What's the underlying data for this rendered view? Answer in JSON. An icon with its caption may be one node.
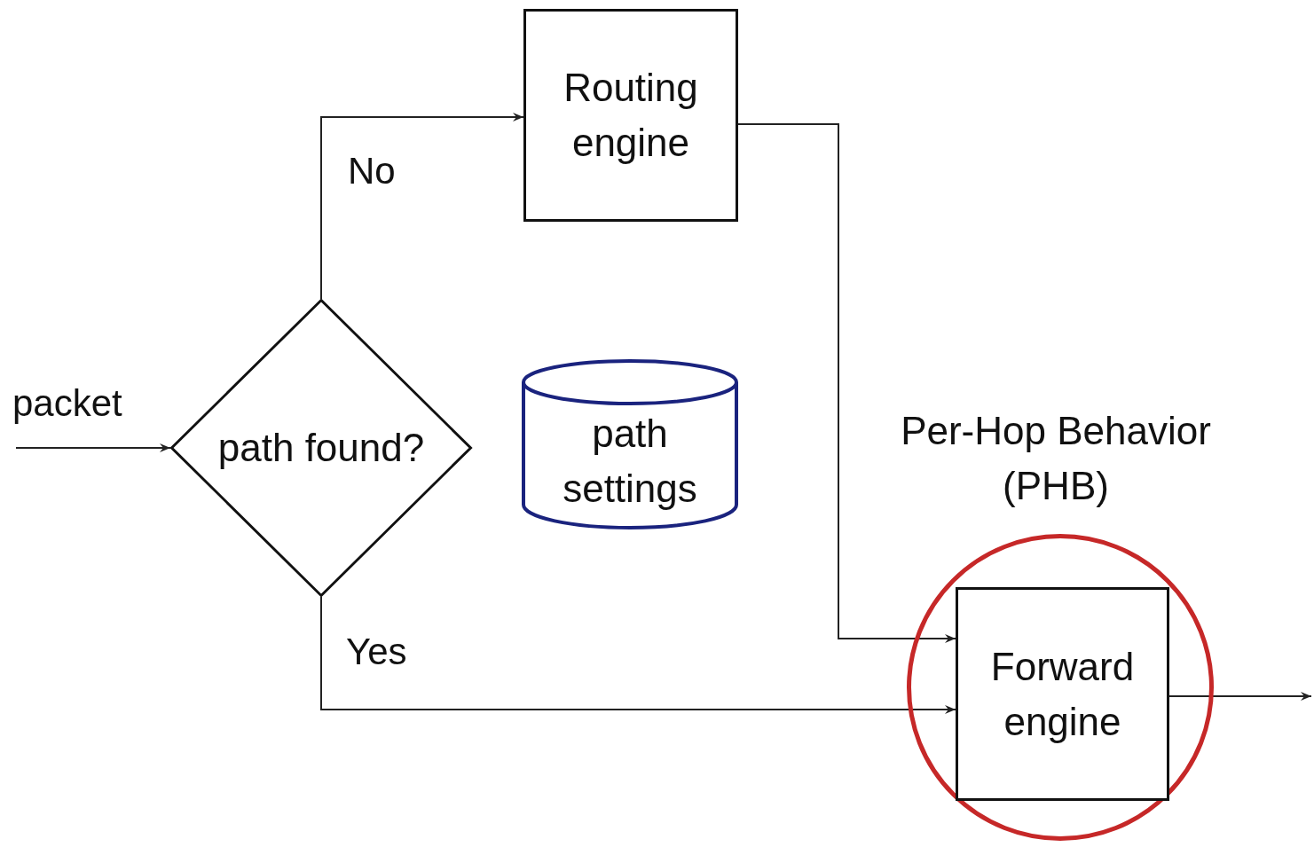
{
  "diagram": {
    "nodes": [
      {
        "text": [
          "path found?"
        ]
      },
      {
        "text": [
          "Routing engine"
        ]
      },
      {
        "text": [
          "path settings"
        ]
      },
      {
        "text": [],
        "shape": "circle",
        "beside": [
          "Per-Hop Behavior (PHB)"
        ]
      },
      {
        "text": [
          "Forward engine"
        ],
        "in": 3
      }
    ],
    "edges": [
      {
        "from": null,
        "to": 0,
        "arrow": "to",
        "label": "packet"
      },
      {
        "from": 0,
        "to": 1,
        "arrow": "to",
        "label": "No"
      },
      {
        "from": 1,
        "to": 4,
        "arrow": "to"
      },
      {
        "from": 0,
        "to": 4,
        "arrow": "to",
        "label": "Yes"
      },
      {
        "from": 4,
        "to": null,
        "arrow": "to"
      }
    ]
  }
}
